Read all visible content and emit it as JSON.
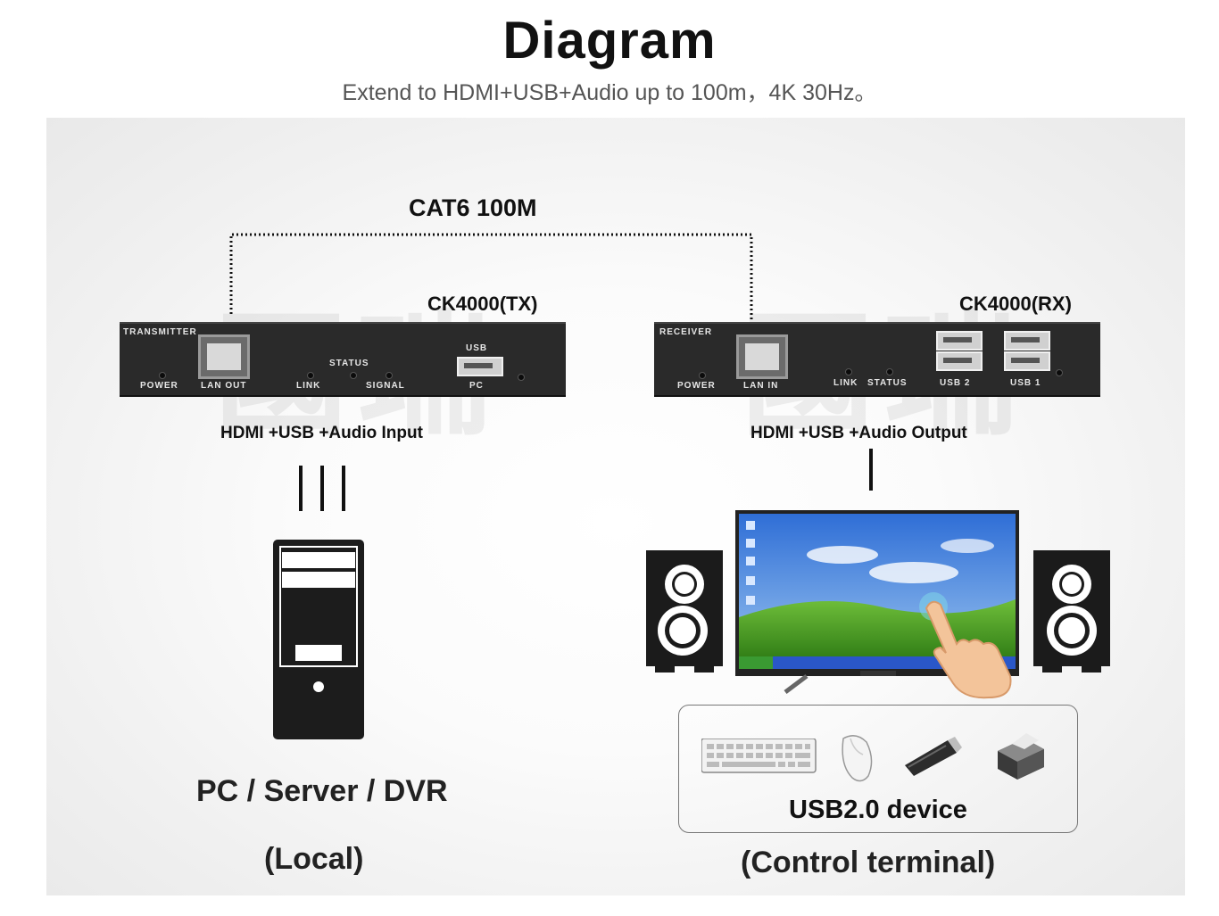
{
  "header": {
    "title": "Diagram",
    "subtitle": "Extend to HDMI+USB+Audio up to 100m，4K 30Hz。"
  },
  "cable": {
    "label": "CAT6 100M"
  },
  "transmitter": {
    "model": "CK4000(TX)",
    "panel_label": "TRANSMITTER",
    "ports": {
      "power": "POWER",
      "lan": "LAN OUT",
      "link": "LINK",
      "status": "STATUS",
      "signal": "SIGNAL",
      "usb": "USB",
      "pc": "PC"
    },
    "io_label": "HDMI +USB +Audio Input"
  },
  "receiver": {
    "model": "CK4000(RX)",
    "panel_label": "RECEIVER",
    "ports": {
      "power": "POWER",
      "lan": "LAN IN",
      "link": "LINK",
      "status": "STATUS",
      "usb2": "USB 2",
      "usb1": "USB 1"
    },
    "io_label": "HDMI +USB +Audio Output"
  },
  "local": {
    "label": "PC / Server / DVR",
    "sublabel": "(Local)"
  },
  "remote": {
    "usb_label": "USB2.0 device",
    "sublabel": "(Control terminal)",
    "devices": [
      "keyboard-icon",
      "mouse-icon",
      "usb-flash-drive-icon",
      "printer-icon"
    ]
  },
  "watermark": "國瑞",
  "colors": {
    "device_body": "#2a2a2a",
    "text": "#111111",
    "subtitle": "#555555"
  }
}
